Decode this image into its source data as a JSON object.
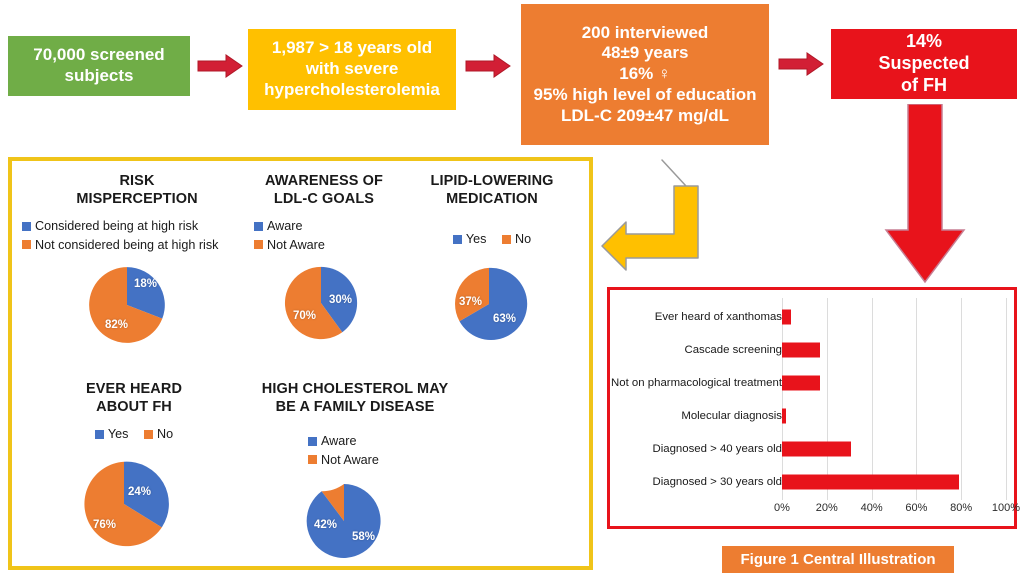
{
  "flow": {
    "screened": "70,000 screened subjects",
    "severe": "1,987 > 18 years old with severe hypercholesterolemia",
    "interviewed": "200 interviewed\n48±9 years\n16% ♀\n95% high level of education\nLDL-C 209±47 mg/dL",
    "interviewed_lines": [
      "200 interviewed",
      "48±9 years",
      "16% ♀",
      "95% high level of education",
      "LDL-C 209±47 mg/dL"
    ],
    "suspected": "14% Suspected of FH",
    "suspected_lines": [
      "14%",
      "Suspected",
      "of FH"
    ],
    "screened_lines": [
      "70,000 screened",
      "subjects"
    ],
    "severe_lines": [
      "1,987 > 18 years old",
      "with severe",
      "hypercholesterolemia"
    ],
    "arrow1": "arrow-right",
    "arrow2": "arrow-right",
    "arrow3": "arrow-right",
    "arrow_down": "arrow-down",
    "arrow_bent": "bent-double-arrow-up-left"
  },
  "colors": {
    "green": "#70AD47",
    "yellow": "#FFC000",
    "orange": "#ED7D31",
    "red": "#E8131B",
    "blue": "#4472C4",
    "panel_border_yellow": "#F0C419"
  },
  "pies": [
    {
      "title_lines": [
        "RISK",
        "MISPERCEPTION"
      ],
      "legend_layout": "stacked",
      "legend": [
        {
          "label": "Considered being at high risk",
          "color": "#4472C4"
        },
        {
          "label": "Not considered being at high risk",
          "color": "#ED7D31"
        }
      ],
      "chart_data": {
        "type": "pie",
        "title": "RISK MISPERCEPTION",
        "categories": [
          "Considered being at high risk",
          "Not considered being at high risk"
        ],
        "values": [
          18,
          82
        ],
        "labels": [
          "18%",
          "82%"
        ],
        "colors": [
          "#4472C4",
          "#ED7D31"
        ]
      }
    },
    {
      "title_lines": [
        "AWARENESS OF",
        "LDL-C GOALS"
      ],
      "legend_layout": "stacked",
      "legend": [
        {
          "label": "Aware",
          "color": "#4472C4"
        },
        {
          "label": "Not Aware",
          "color": "#ED7D31"
        }
      ],
      "chart_data": {
        "type": "pie",
        "title": "AWARENESS OF LDL-C GOALS",
        "categories": [
          "Aware",
          "Not Aware"
        ],
        "values": [
          30,
          70
        ],
        "labels": [
          "30%",
          "70%"
        ],
        "colors": [
          "#4472C4",
          "#ED7D31"
        ]
      }
    },
    {
      "title_lines": [
        "LIPID-LOWERING",
        "MEDICATION"
      ],
      "legend_layout": "inline",
      "legend": [
        {
          "label": "Yes",
          "color": "#4472C4"
        },
        {
          "label": "No",
          "color": "#ED7D31"
        }
      ],
      "chart_data": {
        "type": "pie",
        "title": "LIPID-LOWERING MEDICATION",
        "categories": [
          "Yes",
          "No"
        ],
        "values": [
          63,
          37
        ],
        "labels": [
          "63%",
          "37%"
        ],
        "colors": [
          "#4472C4",
          "#ED7D31"
        ]
      }
    },
    {
      "title_lines": [
        "EVER HEARD",
        "ABOUT FH"
      ],
      "legend_layout": "inline",
      "legend": [
        {
          "label": "Yes",
          "color": "#4472C4"
        },
        {
          "label": "No",
          "color": "#ED7D31"
        }
      ],
      "chart_data": {
        "type": "pie",
        "title": "EVER HEARD ABOUT FH",
        "categories": [
          "Yes",
          "No"
        ],
        "values": [
          24,
          76
        ],
        "labels": [
          "24%",
          "76%"
        ],
        "colors": [
          "#4472C4",
          "#ED7D31"
        ]
      }
    },
    {
      "title_lines": [
        "HIGH CHOLESTEROL MAY",
        "BE A FAMILY DISEASE"
      ],
      "legend_layout": "stacked-center",
      "legend": [
        {
          "label": "Aware",
          "color": "#4472C4"
        },
        {
          "label": "Not Aware",
          "color": "#ED7D31"
        }
      ],
      "chart_data": {
        "type": "pie",
        "title": "HIGH CHOLESTEROL MAY BE A FAMILY DISEASE",
        "categories": [
          "Aware",
          "Not Aware"
        ],
        "values": [
          58,
          42
        ],
        "labels": [
          "58%",
          "42%"
        ],
        "colors": [
          "#4472C4",
          "#ED7D31"
        ]
      }
    }
  ],
  "chart_data": {
    "type": "bar",
    "orientation": "horizontal",
    "title": "",
    "xlabel": "",
    "ylabel": "",
    "xlim": [
      0,
      100
    ],
    "xticks": [
      0,
      20,
      40,
      60,
      80,
      100
    ],
    "xticklabels": [
      "0%",
      "20%",
      "40%",
      "60%",
      "80%",
      "100%"
    ],
    "grid": true,
    "legend": null,
    "bar_color": "#E8131B",
    "categories": [
      "Ever heard of xanthomas",
      "Cascade screening",
      "Not on pharmacological treatment",
      "Molecular diagnosis",
      "Diagnosed > 40 years old",
      "Diagnosed > 30 years old"
    ],
    "values": [
      4,
      17,
      17,
      2,
      31,
      79
    ]
  },
  "caption": "Figure 1 Central Illustration"
}
